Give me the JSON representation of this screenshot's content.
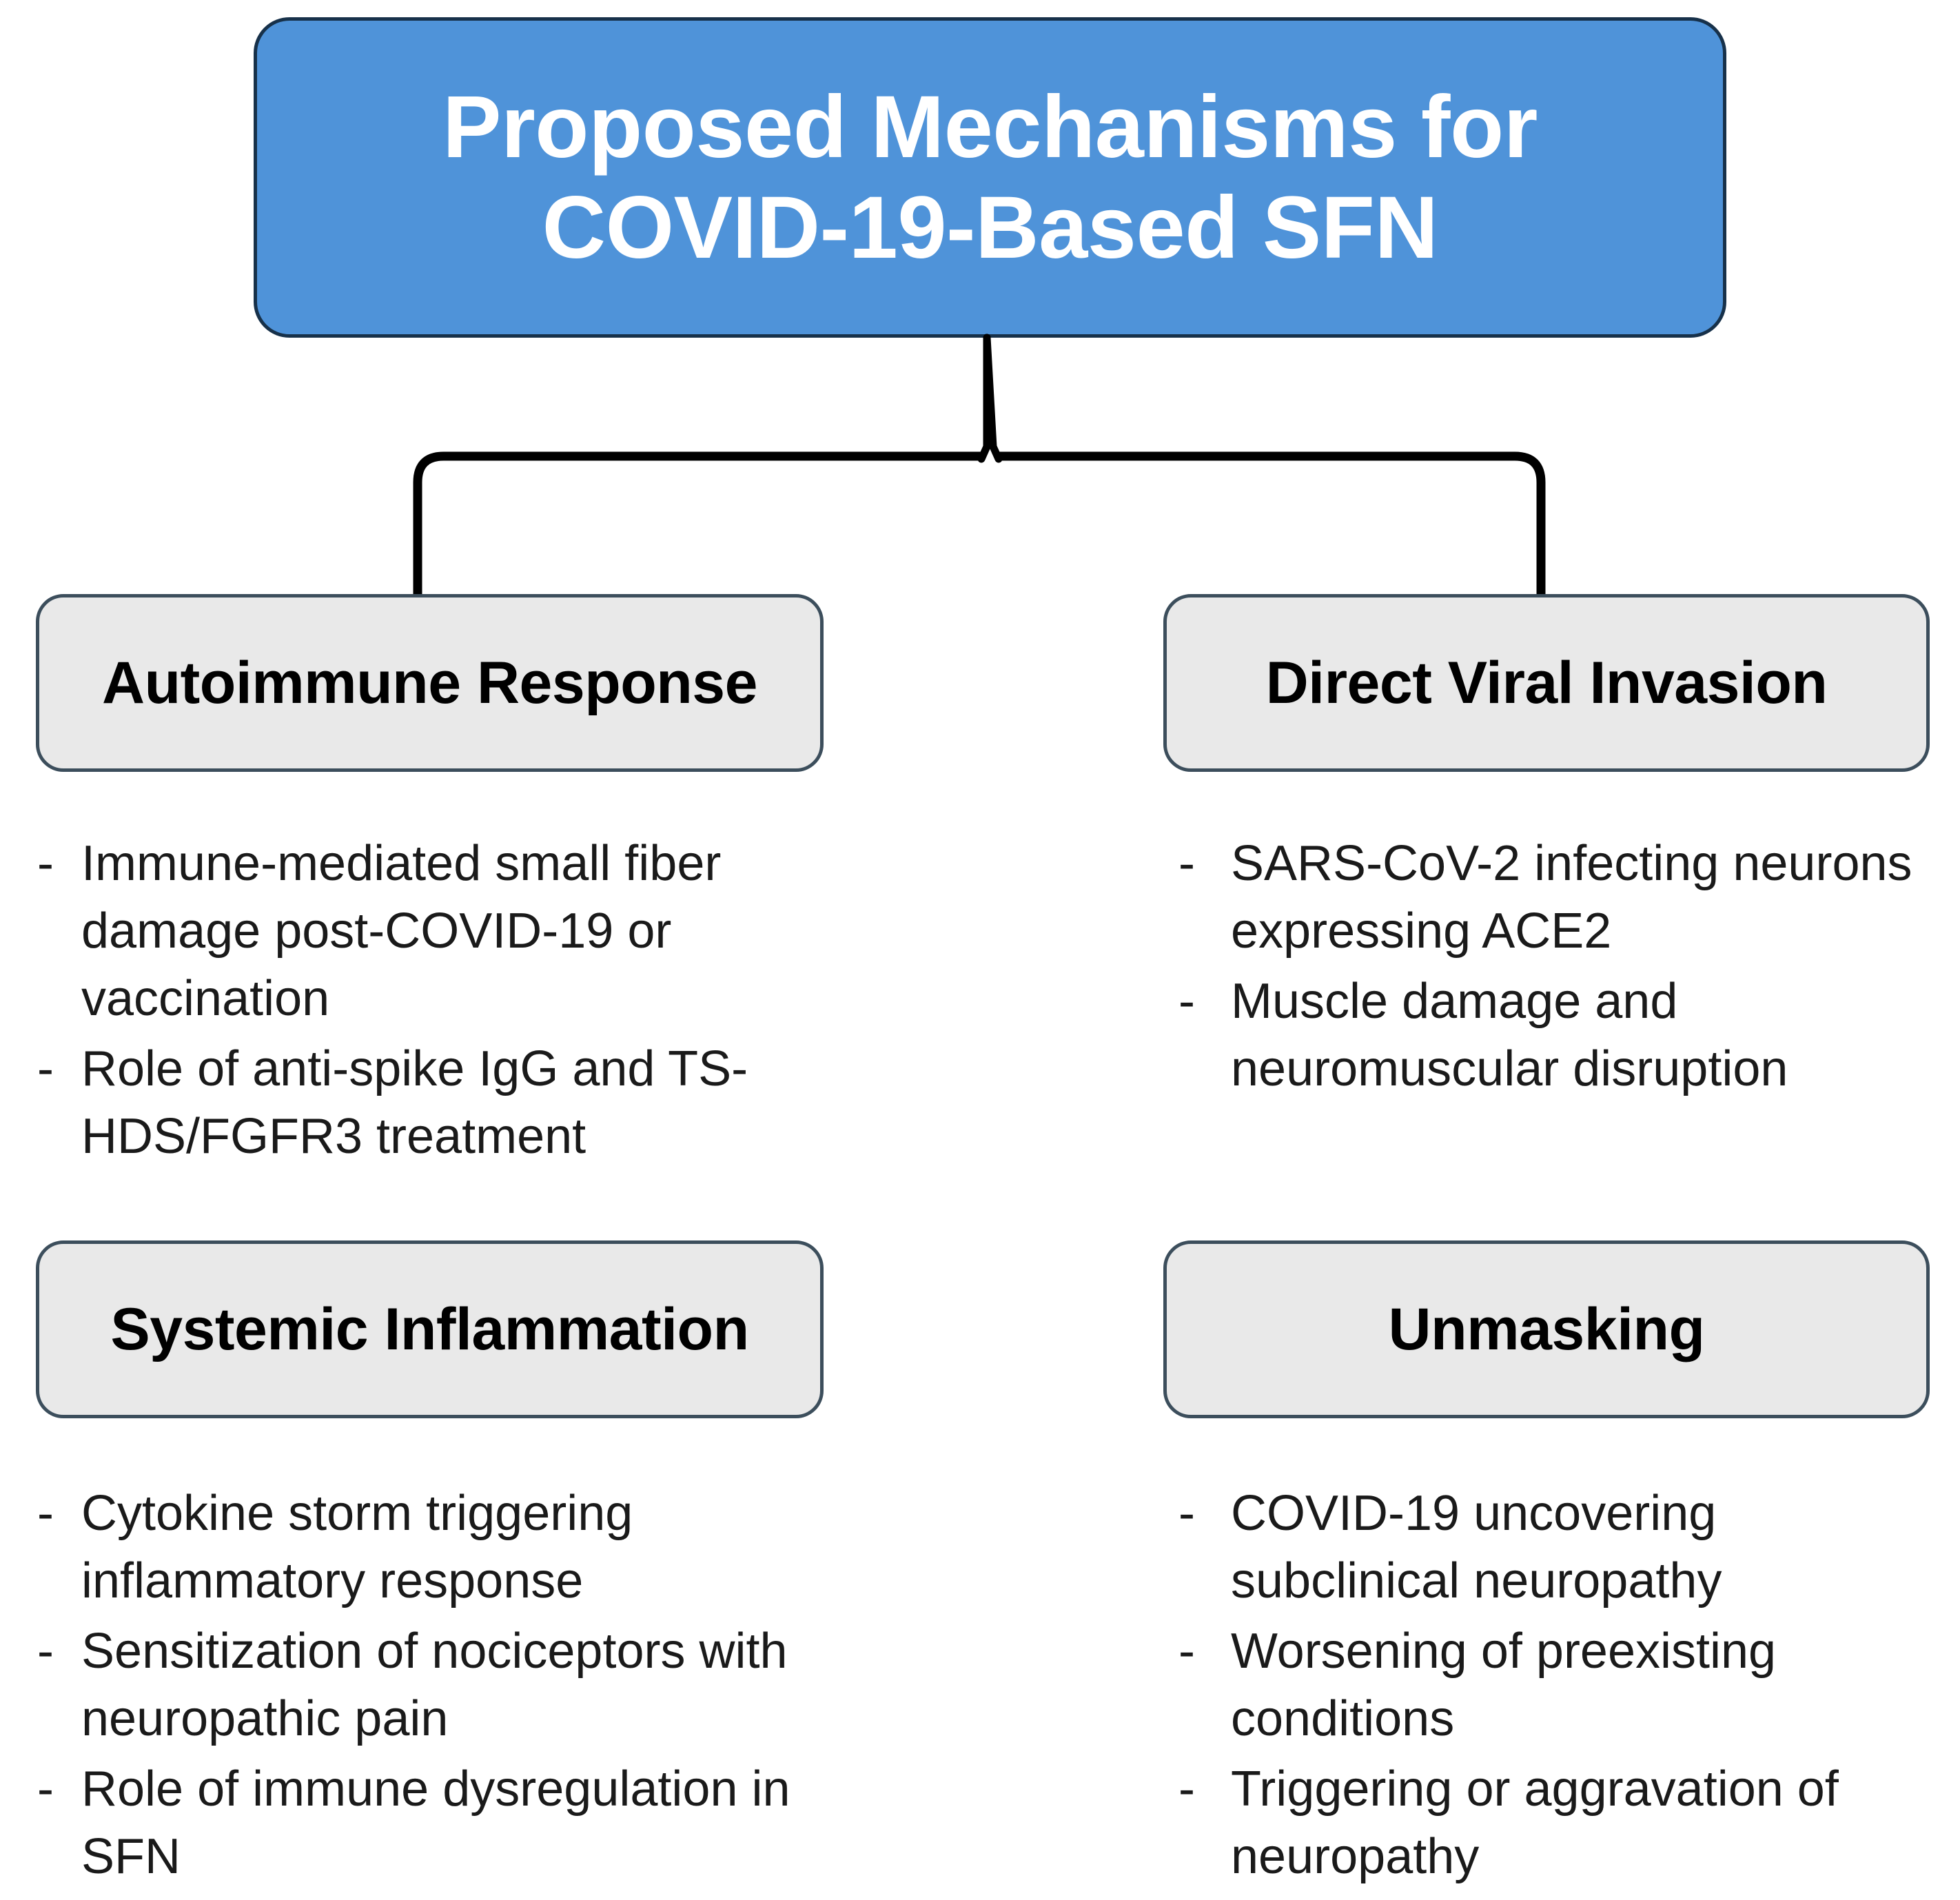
{
  "title": {
    "text": "Proposed Mechanisms for\nCOVID-19-Based SFN",
    "fill_color": "#4f93d9",
    "border_color": "#17314a",
    "text_color": "#ffffff"
  },
  "style": {
    "box_fill": "#e9e9e9",
    "box_border": "#3c4e5c",
    "connector_color": "#000000",
    "body_text_color": "#1a1a1a",
    "bullet_marker": "-"
  },
  "branches": [
    {
      "id": "autoimmune-response",
      "title": "Autoimmune Response",
      "bullets": [
        "Immune-mediated small fiber damage post-COVID-19 or vaccination",
        "Role of anti-spike IgG and TS-HDS/FGFR3 treatment"
      ]
    },
    {
      "id": "direct-viral-invasion",
      "title": "Direct Viral Invasion",
      "bullets": [
        "SARS-CoV-2 infecting neurons expressing ACE2",
        "Muscle damage and neuromuscular disruption"
      ]
    },
    {
      "id": "systemic-inflammation",
      "title": "Systemic Inflammation",
      "bullets": [
        "Cytokine storm triggering inflammatory response",
        "Sensitization of nociceptors with neuropathic pain",
        "Role of immune dysregulation in SFN"
      ]
    },
    {
      "id": "unmasking",
      "title": "Unmasking",
      "bullets": [
        "COVID-19 uncovering subclinical neuropathy",
        "Worsening of preexisting conditions",
        "Triggering or aggravation of neuropathy"
      ]
    }
  ]
}
